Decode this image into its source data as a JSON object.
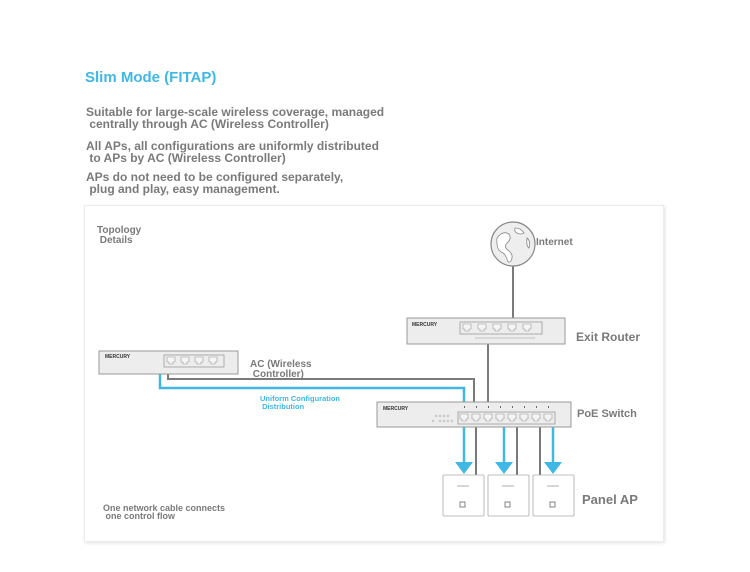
{
  "title": "Slim Mode (FITAP)",
  "descriptions": [
    "Suitable for large-scale wireless coverage, managed\n centrally through AC (Wireless Controller)",
    "All APs, all configurations are uniformly distributed\n to APs by AC (Wireless Controller)",
    "APs do not need to be configured separately,\n plug and play, easy management."
  ],
  "diagram": {
    "heading": "Topology\n Details",
    "brand": "MERCURY",
    "nodes": {
      "internet": "Internet",
      "exit_router": "Exit Router",
      "ac": "AC (Wireless\n Controller)",
      "poe_switch": "PoE Switch",
      "panel_ap": "Panel AP"
    },
    "flow_label": "Uniform Configuration\n Distribution",
    "footer_note": "One network cable connects\n one control flow",
    "colors": {
      "accent": "#3fb8e6",
      "cable": "#7a7a7a",
      "device_fill": "#ededed",
      "text": "#7a7a7a"
    },
    "panel_ap_count": 3
  }
}
